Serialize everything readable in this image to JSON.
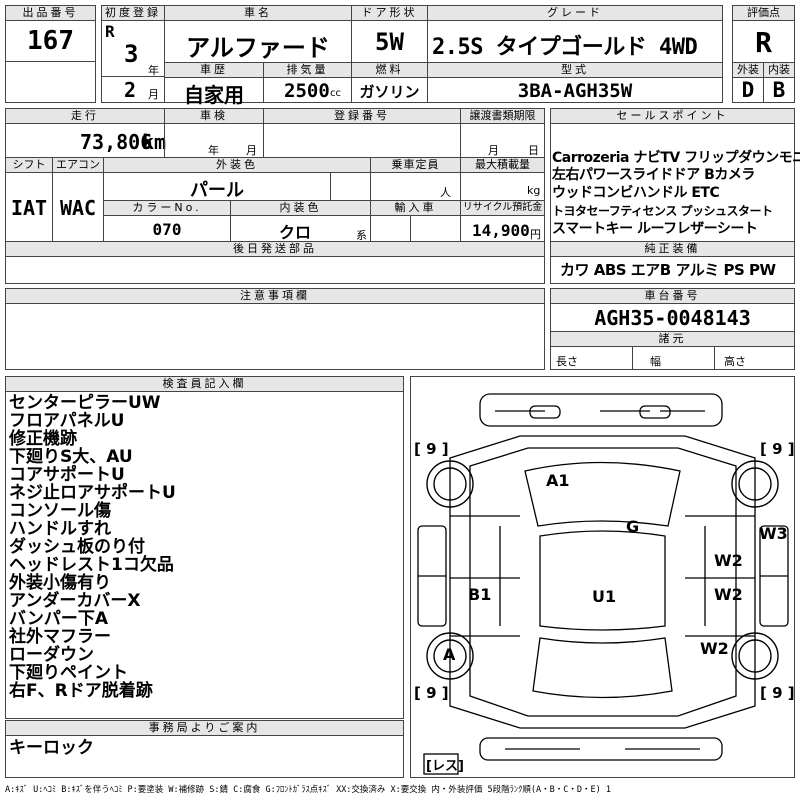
{
  "header": {
    "lot_label": "出品番号",
    "lot_no": "167",
    "first_reg_label": "初度登録",
    "era": "R",
    "year": "3",
    "year_unit": "年",
    "month": "2",
    "month_unit": "月",
    "car_name_label": "車名",
    "car_name": "アルファード",
    "door_label": "ドア形状",
    "door": "5W",
    "grade_label": "グレード",
    "grade": "2.5S タイプゴールド 4WD",
    "score_label": "評価点",
    "score": "R",
    "history_label": "車歴",
    "history": "自家用",
    "displacement_label": "排気量",
    "displacement": "2500",
    "displacement_unit": "cc",
    "fuel_label": "燃料",
    "fuel": "ガソリン",
    "model_label": "型式",
    "model": "3BA-AGH35W",
    "exterior_label": "外装",
    "exterior": "D",
    "interior_label": "内装",
    "interior": "B"
  },
  "row2": {
    "mileage_label": "走行",
    "mileage": "73,806",
    "mileage_unit": "km",
    "inspection_label": "車検",
    "insp_year_unit": "年",
    "insp_month_unit": "月",
    "reg_no_label": "登録番号",
    "transfer_label": "譲渡書類期限",
    "transfer_month_unit": "月",
    "transfer_day_unit": "日"
  },
  "specs": {
    "shift_label": "シフト",
    "shift": "IAT",
    "ac_label": "エアコン",
    "ac": "WAC",
    "color_label": "外装色",
    "color": "パール",
    "capacity_label": "乗車定員",
    "capacity_unit": "人",
    "load_label": "最大積載量",
    "load_unit": "kg",
    "color_no_label": "カラーNo.",
    "color_no": "070",
    "int_color_label": "内装色",
    "int_color": "クロ",
    "int_color_unit": "系",
    "import_label": "輸入車",
    "recycle_label": "リサイクル預託金",
    "recycle": "14,900",
    "recycle_unit": "円"
  },
  "later_parts_label": "後日発送部品",
  "remarks_label": "注意事項欄",
  "sales_points": {
    "label": "セールスポイント",
    "lines": [
      "Carrozeria ナビTV フリップダウンモニター",
      "左右パワースライドドア Bカメラ",
      "ウッドコンビハンドル ETC",
      "トヨタセーフティセンス プッシュスタート",
      "スマートキー ルーフレザーシート"
    ]
  },
  "equipment": {
    "label": "純正装備",
    "value": "カワ ABS エアB アルミ PS PW"
  },
  "chassis": {
    "label": "車台番号",
    "value": "AGH35-0048143"
  },
  "dims": {
    "label": "諸元",
    "length": "長さ",
    "width": "幅",
    "height": "高さ"
  },
  "inspector": {
    "label": "検査員記入欄",
    "notes": [
      "センターピラーUW",
      "フロアパネルU",
      "修正機跡",
      "下廻りS大、AU",
      "コアサポートU",
      "ネジ止ロアサポートU",
      "コンソール傷",
      "ハンドルすれ",
      "ダッシュ板のり付",
      "ヘッドレスト1コ欠品",
      "外装小傷有り",
      "アンダーカバーX",
      "バンパー下A",
      "社外マフラー",
      "ローダウン",
      "下廻りペイント",
      "右F、Rドア脱着跡"
    ]
  },
  "office": {
    "label": "事務局よりご案内",
    "value": "キーロック"
  },
  "diagram": {
    "tires": [
      "9",
      "9",
      "9",
      "9"
    ],
    "spare": "レス",
    "marks": [
      "A1",
      "G",
      "W3",
      "W2",
      "B1",
      "U1",
      "W2",
      "W2",
      "A"
    ]
  },
  "legend": "A:ｷｽﾞ U:ﾍｺﾐ B:ｷｽﾞを伴うﾍｺﾐ P:要塗装 W:補修跡 S:錆 C:腐食 G:ﾌﾛﾝﾄｶﾞﾗｽ点ｷｽﾞ XX:交換済み X:要交換 内・外装評価 5段階ﾗﾝｸ順(A・B・C・D・E) 1"
}
